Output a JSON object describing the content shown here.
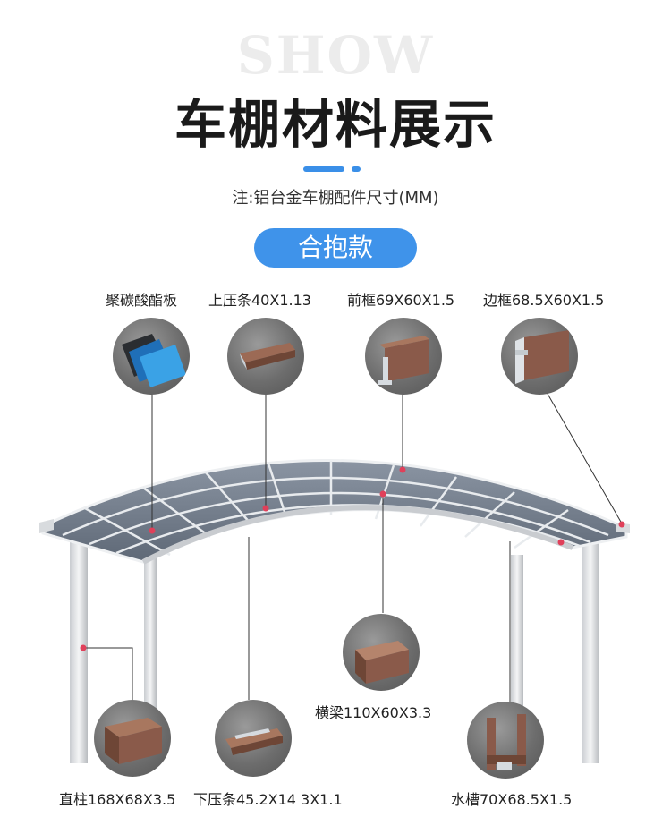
{
  "header": {
    "watermark": "SHOW",
    "title": "车棚材料展示",
    "subtitle": "注:铝台金车棚配件尺寸(MM)",
    "badge": "合抱款"
  },
  "parts": {
    "polycarbonate": "聚碳酸酯板",
    "top_strip": "上压条40X1.13",
    "front_frame": "前框69X60X1.5",
    "side_frame": "边框68.5X60X1.5",
    "crossbeam": "横梁110X60X3.3",
    "column": "直柱168X68X3.5",
    "bottom_strip": "下压条45.2X14 3X1.1",
    "gutter": "水槽70X68.5X1.5"
  },
  "colors": {
    "accent": "#3f93ea",
    "marker": "#e0405a",
    "profile_brown": "#8a5a4a"
  }
}
